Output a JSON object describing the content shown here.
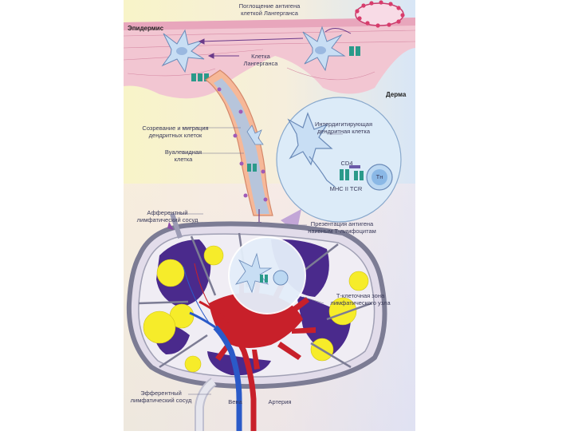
{
  "figure": {
    "labels": {
      "antigen_uptake": [
        "Поглощение антигена",
        "клеткой Лангерганса"
      ],
      "epidermis": "Эпидермис",
      "dermis": "Дерма",
      "langerhans_cell": [
        "Клетка",
        "Лангерганса"
      ],
      "migration": [
        "Созревание и миграция",
        "дендритных клеток"
      ],
      "veiled_cell": [
        "Вуалевидная",
        "клетка"
      ],
      "interdigitating_cell": [
        "Интердигитирующая",
        "дендритная клетка"
      ],
      "cd4": "CD4",
      "th": "Тн",
      "mhc_tcr": "MHC II  TCR",
      "afferent_vessel": [
        "Афферентный",
        "лимфатический сосуд"
      ],
      "antigen_presentation": [
        "Презентация антигена",
        "наивным Т-лимфоцитам"
      ],
      "t_zone": [
        "Т-клеточная зона",
        "лимфатического узла"
      ],
      "efferent_vessel": [
        "Эфферентный",
        "лимфатический сосуд"
      ],
      "vein": "Вена",
      "artery": "Артерия"
    },
    "colors": {
      "epidermis": "#f2c6d2",
      "dermis_band": "#e8a6bc",
      "background_left": "#f8f4c8",
      "background_right": "#d8e6f6",
      "lymph_node_capsule": "#8a8aa0",
      "cortex_purple": "#4a2a8c",
      "medulla_red": "#c8202a",
      "follicle_yellow": "#f6ec2a",
      "cell_blue": "#bcd6f0",
      "vessel_blue": "#3a6ad0"
    }
  }
}
